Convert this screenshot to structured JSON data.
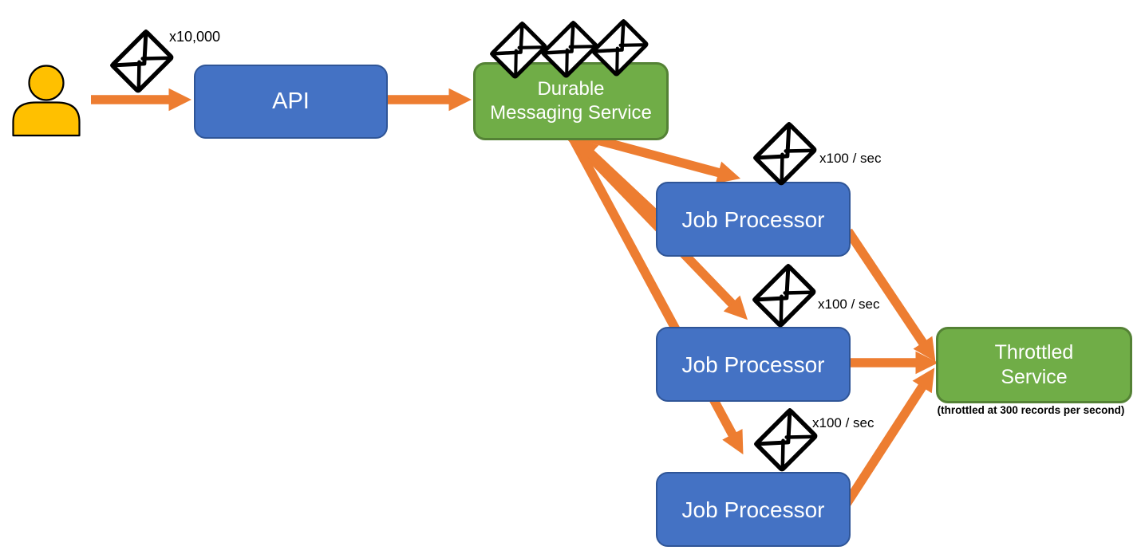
{
  "diagram": {
    "description": "Message throttling architecture diagram"
  },
  "nodes": {
    "user": {
      "icon": "person-icon"
    },
    "api": {
      "label": "API"
    },
    "durable_messaging_service": {
      "label_lines": [
        "Durable",
        "Messaging Service"
      ],
      "envelope_count": 3
    },
    "job_processors": [
      {
        "label": "Job Processor"
      },
      {
        "label": "Job Processor"
      },
      {
        "label": "Job Processor"
      }
    ],
    "throttled_service": {
      "label_lines": [
        "Throttled",
        "Service"
      ],
      "caption": "(throttled at 300 records per second)"
    }
  },
  "annotations": {
    "input_rate": "x10,000",
    "processor_rates": [
      "x100 / sec",
      "x100 / sec",
      "x100 / sec"
    ]
  },
  "icons": {
    "person": "person-icon",
    "envelope": "envelope-icon"
  },
  "colors": {
    "blue": "#4472C4",
    "blue_border": "#2F5597",
    "green": "#70AD47",
    "green_border": "#548235",
    "orange": "#ED7D31",
    "person_yellow": "#FFC000"
  }
}
